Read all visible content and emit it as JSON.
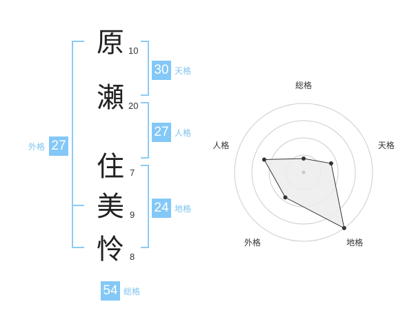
{
  "surname": [
    {
      "char": "原",
      "strokes": "10"
    },
    {
      "char": "瀬",
      "strokes": "20"
    }
  ],
  "given_name": [
    {
      "char": "住",
      "strokes": "7"
    },
    {
      "char": "美",
      "strokes": "9"
    },
    {
      "char": "怜",
      "strokes": "8"
    }
  ],
  "fortunes": {
    "tenkaku": {
      "value": "30",
      "label": "天格"
    },
    "jinkaku": {
      "value": "27",
      "label": "人格"
    },
    "chikaku": {
      "value": "24",
      "label": "地格"
    },
    "gaikaku": {
      "value": "27",
      "label": "外格"
    },
    "soukaku": {
      "value": "54",
      "label": "総格"
    }
  },
  "colors": {
    "accent": "#83c8f7",
    "accent_text": "#7fc3f0",
    "radar_fill": "#ececec",
    "radar_ring": "#cccccc"
  },
  "chart_data": {
    "type": "radar",
    "axes": [
      "総格",
      "天格",
      "地格",
      "外格",
      "人格"
    ],
    "values": [
      0.2,
      0.42,
      1.0,
      0.45,
      0.6
    ],
    "rings": 4,
    "grid": true
  }
}
